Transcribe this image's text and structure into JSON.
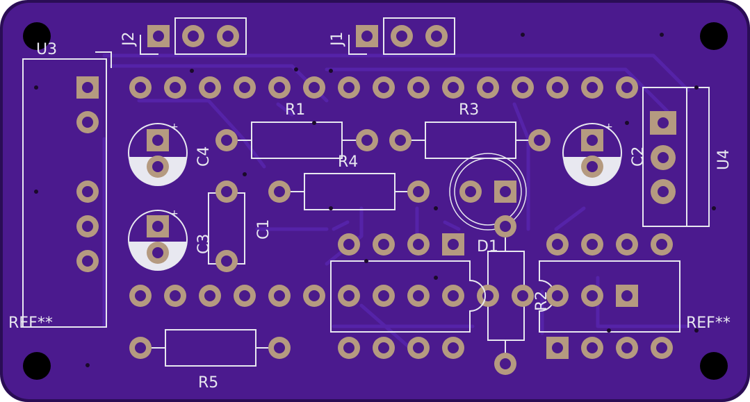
{
  "board": {
    "colors": {
      "substrate": "#4b1a8e",
      "edge": "#2a0d55",
      "silkscreen": "#e8e8f0",
      "pad": "#b59a80",
      "trace": "#5523a8"
    }
  },
  "labels": {
    "j2": "J2",
    "j1": "J1",
    "u3": "U3",
    "r1": "R1",
    "r3": "R3",
    "r4": "R4",
    "c4": "C4",
    "c3": "C3",
    "c1": "C1",
    "c2": "C2",
    "u4": "U4",
    "d1": "D1",
    "r2": "R2",
    "r5": "R5",
    "ref_left": "REF**",
    "ref_right": "REF**"
  }
}
